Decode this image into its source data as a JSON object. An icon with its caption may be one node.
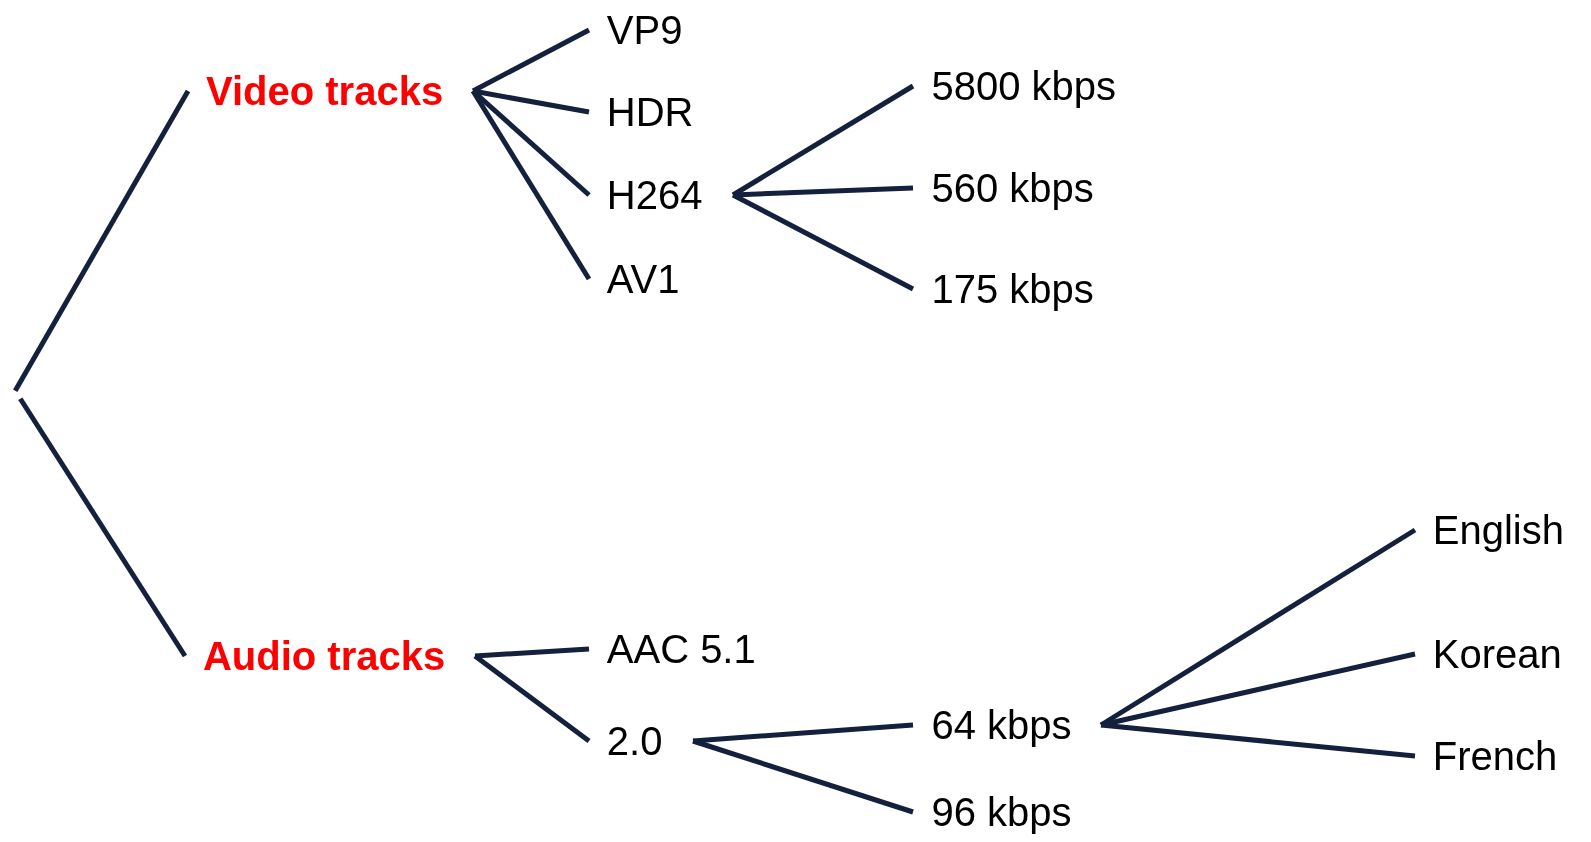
{
  "diagram": {
    "nodes": [
      {
        "text": [
          "Video tracks"
        ]
      },
      {
        "text": [
          "VP9"
        ]
      },
      {
        "text": [
          "HDR"
        ]
      },
      {
        "text": [
          "H264"
        ]
      },
      {
        "text": [
          "AV1"
        ]
      },
      {
        "text": [
          "5800 kbps"
        ]
      },
      {
        "text": [
          "560 kbps"
        ]
      },
      {
        "text": [
          "175 kbps"
        ]
      },
      {
        "text": [
          "Audio tracks"
        ]
      },
      {
        "text": [
          "AAC 5.1"
        ]
      },
      {
        "text": [
          "2.0"
        ]
      },
      {
        "text": [
          "64 kbps"
        ]
      },
      {
        "text": [
          "96 kbps"
        ]
      },
      {
        "text": [
          "English"
        ]
      },
      {
        "text": [
          "Korean"
        ]
      },
      {
        "text": [
          "French"
        ]
      }
    ],
    "edges": [
      {
        "from": null,
        "to": 0,
        "arrow": "none"
      },
      {
        "from": null,
        "to": 8,
        "arrow": "none"
      },
      {
        "from": 0,
        "to": 1,
        "arrow": "none"
      },
      {
        "from": 0,
        "to": 2,
        "arrow": "none"
      },
      {
        "from": 0,
        "to": 3,
        "arrow": "none"
      },
      {
        "from": 0,
        "to": 4,
        "arrow": "none"
      },
      {
        "from": 3,
        "to": 5,
        "arrow": "none"
      },
      {
        "from": 3,
        "to": 6,
        "arrow": "none"
      },
      {
        "from": 3,
        "to": 7,
        "arrow": "none"
      },
      {
        "from": 8,
        "to": 9,
        "arrow": "none"
      },
      {
        "from": 8,
        "to": 10,
        "arrow": "none"
      },
      {
        "from": 10,
        "to": 11,
        "arrow": "none"
      },
      {
        "from": 10,
        "to": 12,
        "arrow": "none"
      },
      {
        "from": 11,
        "to": 13,
        "arrow": "none"
      },
      {
        "from": 11,
        "to": 14,
        "arrow": "none"
      },
      {
        "from": 11,
        "to": 15,
        "arrow": "none"
      }
    ]
  }
}
